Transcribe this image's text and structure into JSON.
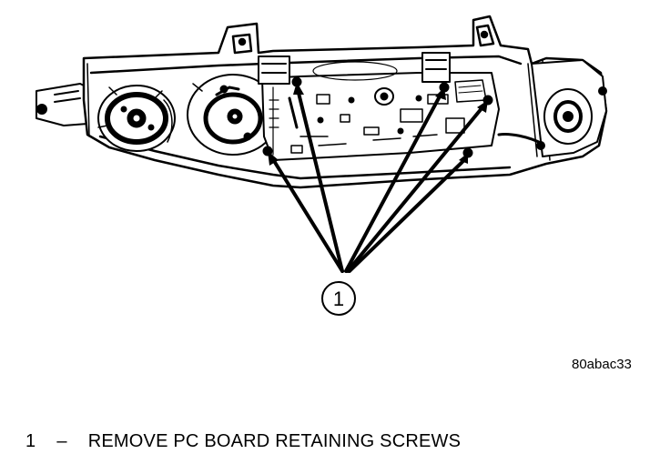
{
  "figure": {
    "callout_number": "1",
    "figure_id": "80abac33"
  },
  "legend": {
    "number": "1",
    "separator": "–",
    "text": "REMOVE PC BOARD RETAINING SCREWS"
  }
}
